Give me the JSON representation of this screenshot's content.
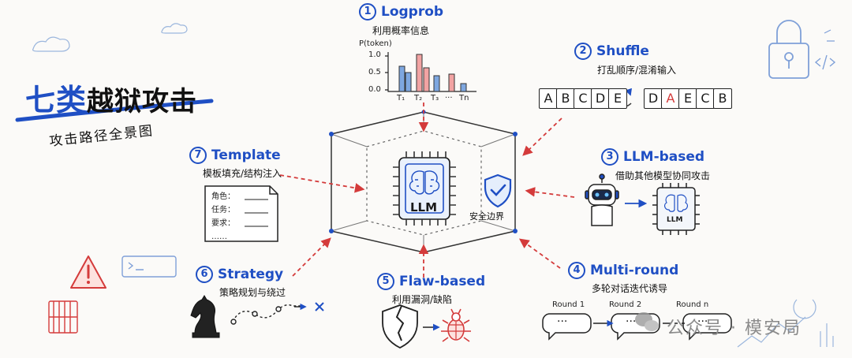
{
  "title": {
    "main": "七类",
    "tail": "越狱攻击",
    "subtitle": "攻击路径全景图"
  },
  "center": {
    "chip_label": "LLM",
    "shield_label": "安全边界"
  },
  "nodes": [
    {
      "num": "1",
      "name": "Logprob",
      "desc": "利用概率信息"
    },
    {
      "num": "2",
      "name": "Shuffle",
      "desc": "打乱顺序/混淆输入"
    },
    {
      "num": "3",
      "name": "LLM-based",
      "desc": "借助其他模型协同攻击"
    },
    {
      "num": "4",
      "name": "Multi-round",
      "desc": "多轮对话迭代诱导"
    },
    {
      "num": "5",
      "name": "Flaw-based",
      "desc": "利用漏洞/缺陷"
    },
    {
      "num": "6",
      "name": "Strategy",
      "desc": "策略规划与绕过"
    },
    {
      "num": "7",
      "name": "Template",
      "desc": "模板填充/结构注入"
    }
  ],
  "logprob_chart": {
    "ylabel": "P(token)",
    "yticks": [
      "1.0",
      "0.5",
      "0.0"
    ],
    "xticks": [
      "T₁",
      "T₂",
      "T₃",
      "···",
      "Tn"
    ]
  },
  "shuffle": {
    "original": [
      "A",
      "B",
      "C",
      "D",
      "E"
    ],
    "shuffled": [
      "D",
      "A",
      "E",
      "C",
      "B"
    ]
  },
  "template": {
    "lines": [
      "角色：",
      "任务：",
      "要求：",
      "……"
    ]
  },
  "multiround": {
    "rounds": [
      "Round 1",
      "Round 2",
      "Round n"
    ],
    "bubble": "···"
  },
  "watermark": "公众号 · 模安局"
}
